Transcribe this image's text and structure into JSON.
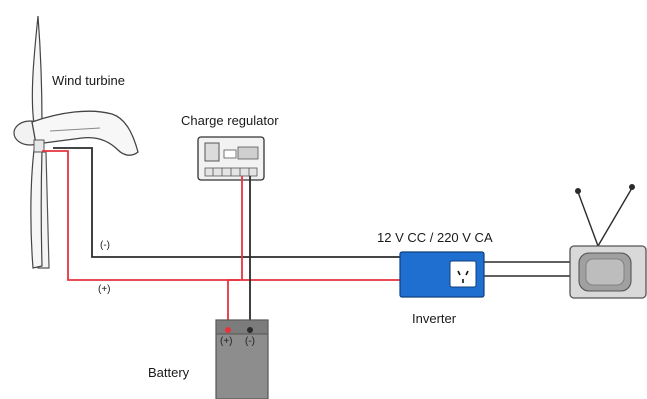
{
  "labels": {
    "wind_turbine": "Wind turbine",
    "charge_regulator": "Charge regulator",
    "converter_spec": "12 V CC / 220 V CA",
    "inverter": "Inverter",
    "battery": "Battery",
    "negative_wire": "(-)",
    "positive_wire": "(+)",
    "battery_positive": "(+)",
    "battery_negative": "(-)"
  },
  "colors": {
    "positive_wire": "#e8333e",
    "negative_wire": "#2b2b2b",
    "inverter": "#1f6fd1",
    "battery": "#8d8d8d",
    "tv_frame": "#9a9a9a",
    "regulator_body": "#f2f2f2"
  },
  "icons": [
    "wind-turbine-icon",
    "charge-regulator-icon",
    "inverter-icon",
    "battery-icon",
    "television-icon",
    "power-outlet-icon"
  ]
}
